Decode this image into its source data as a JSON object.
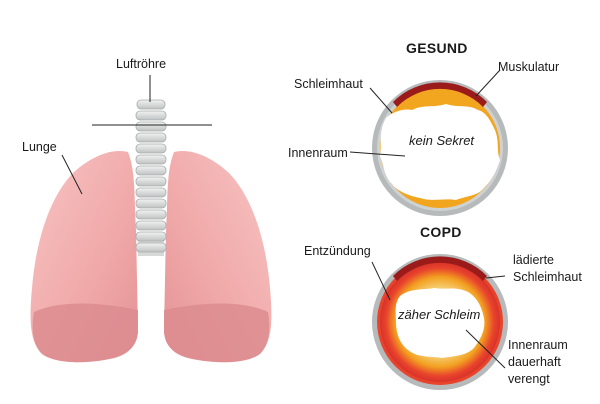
{
  "trachea_label": "Luftröhre",
  "lung_label": "Lunge",
  "healthy": {
    "heading": "GESUND",
    "mucosa_label": "Schleimhaut",
    "muscle_label": "Muskulatur",
    "lumen_label": "Innenraum",
    "inner_text": "kein Sekret"
  },
  "copd": {
    "heading": "COPD",
    "inflammation_label": "Entzündung",
    "damaged_mucosa_label_1": "lädierte",
    "damaged_mucosa_label_2": "Schleimhaut",
    "inner_text": "zäher Schleim",
    "lumen_label_1": "Innenraum",
    "lumen_label_2": "dauerhaft",
    "lumen_label_3": "verengt"
  },
  "colors": {
    "lung": "#f2a8a8",
    "lung_dark": "#de8c8e",
    "trachea": "#d9dcdc",
    "muscle": "#9b1b1b",
    "mucosa_healthy": "#f2a51f",
    "wall": "#b8bbbb",
    "inflamed": "#e8442c"
  }
}
